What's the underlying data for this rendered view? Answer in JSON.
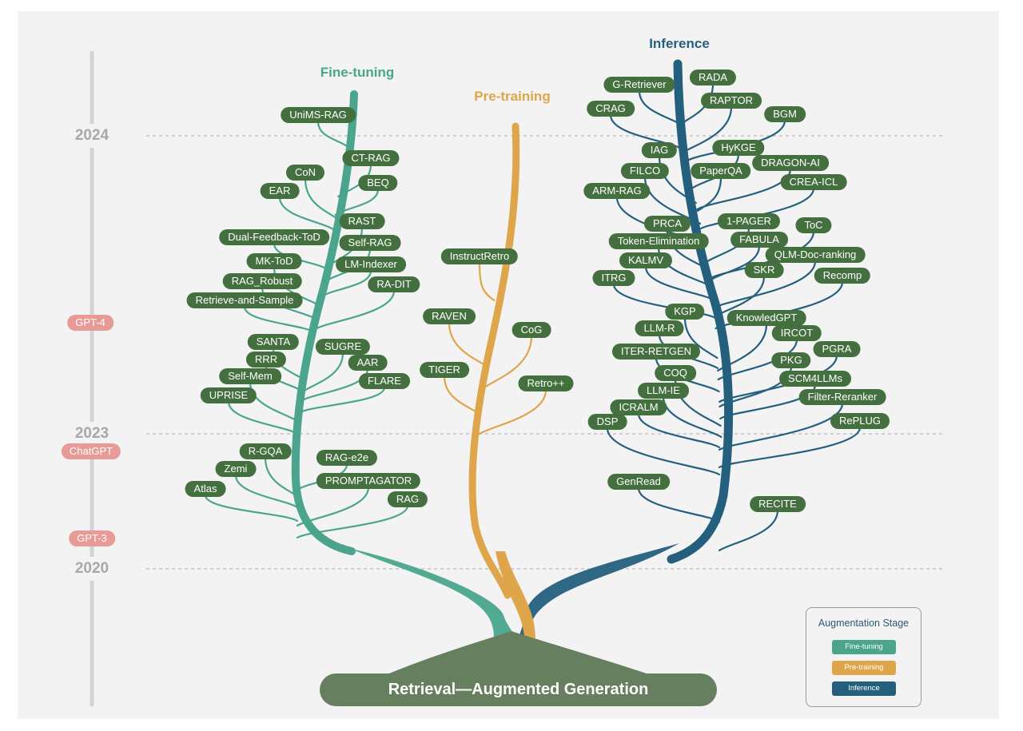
{
  "title": "Retrieval—Augmented Generation",
  "stages": {
    "fine_tuning": "Fine-tuning",
    "pre_training": "Pre-training",
    "inference": "Inference"
  },
  "years": [
    "2024",
    "2023",
    "2020"
  ],
  "milestones": [
    "GPT-4",
    "ChatGPT",
    "GPT-3"
  ],
  "legend": {
    "title": "Augmentation Stage",
    "items": [
      "Fine-tuning",
      "Pre-training",
      "Inference"
    ]
  },
  "colors": {
    "fine_tuning": "#4aa58c",
    "pre_training": "#dfa54b",
    "inference": "#24607e",
    "node": "#44703f",
    "root": "#66805f",
    "milestone": "#e89a96"
  },
  "methods": {
    "fine_tuning": [
      "UniMS-RAG",
      "CT-RAG",
      "CoN",
      "BEQ",
      "EAR",
      "RAST",
      "Dual-Feedback-ToD",
      "Self-RAG",
      "MK-ToD",
      "LM-Indexer",
      "RAG_Robust",
      "RA-DIT",
      "Retrieve-and-Sample",
      "SANTA",
      "SUGRE",
      "RRR",
      "AAR",
      "Self-Mem",
      "FLARE",
      "UPRISE",
      "R-GQA",
      "RAG-e2e",
      "Zemi",
      "PROMPTAGATOR",
      "Atlas",
      "RAG"
    ],
    "pre_training": [
      "InstructRetro",
      "RAVEN",
      "CoG",
      "TIGER",
      "Retro++"
    ],
    "inference": [
      "G-Retriever",
      "RADA",
      "RAPTOR",
      "CRAG",
      "BGM",
      "IAG",
      "HyKGE",
      "DRAGON-AI",
      "FILCO",
      "PaperQA",
      "CREA-ICL",
      "ARM-RAG",
      "1-PAGER",
      "PRCA",
      "ToC",
      "FABULA",
      "Token-Elimination",
      "QLM-Doc-ranking",
      "KALMV",
      "SKR",
      "Recomp",
      "ITRG",
      "KGP",
      "KnowledGPT",
      "LLM-R",
      "IRCOT",
      "PGRA",
      "ITER-RETGEN",
      "PKG",
      "COQ",
      "SCM4LLMs",
      "LLM-IE",
      "Filter-Reranker",
      "ICRALM",
      "RePLUG",
      "DSP",
      "GenRead",
      "RECITE"
    ]
  }
}
